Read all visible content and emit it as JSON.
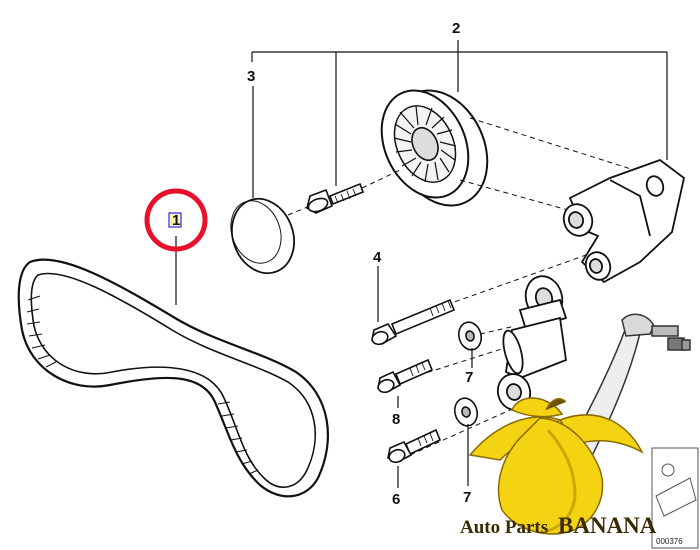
{
  "callouts": {
    "belt": "1",
    "pulley_group": "2",
    "cap": "3",
    "long_bolt": "4",
    "bolt_lower": "6",
    "washer_upper": "7",
    "washer_lower": "7",
    "bolt_mid": "8"
  },
  "watermark": {
    "brand_prefix": "Auto Parts",
    "brand_name": "BANANA"
  },
  "image_code": "000376",
  "colors": {
    "highlight_ring": "#e8102a",
    "line_art": "#111111",
    "banana_yellow": "#f3d312",
    "banana_shadow": "#c9a800",
    "brand_text": "#3a2a00",
    "label_box": "#2a2af0"
  }
}
